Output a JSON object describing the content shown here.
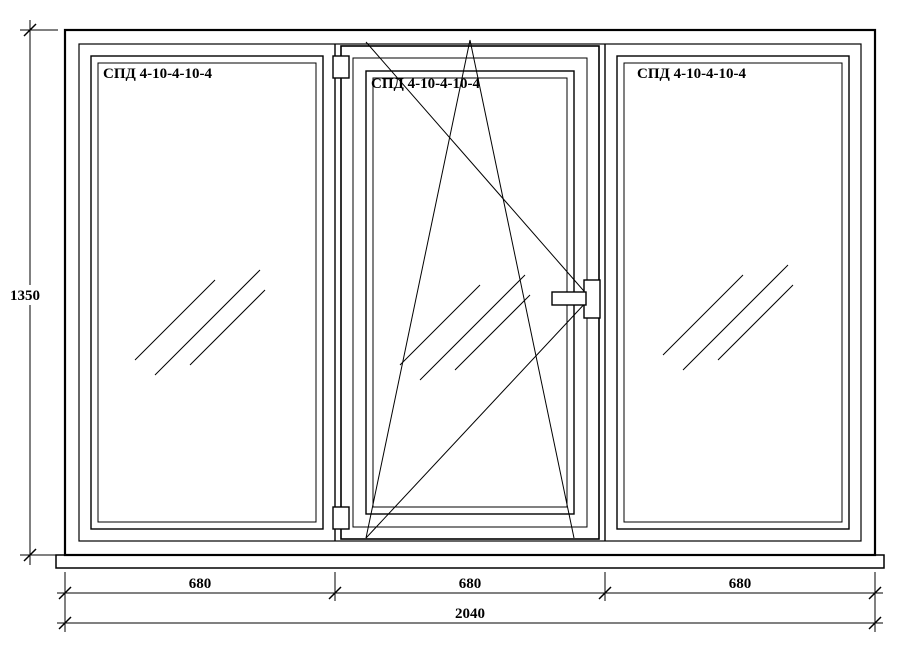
{
  "drawing": {
    "title": "Window elevation drawing with tilt-and-turn center sash",
    "panes": [
      {
        "label": "СПД 4-10-4-10-4"
      },
      {
        "label": "СПД 4-10-4-10-4"
      },
      {
        "label": "СПД 4-10-4-10-4"
      }
    ],
    "dimensions": {
      "height": "1350",
      "widths": [
        "680",
        "680",
        "680"
      ],
      "total_width": "2040"
    },
    "colors": {
      "line": "#000000",
      "background": "#ffffff"
    }
  }
}
